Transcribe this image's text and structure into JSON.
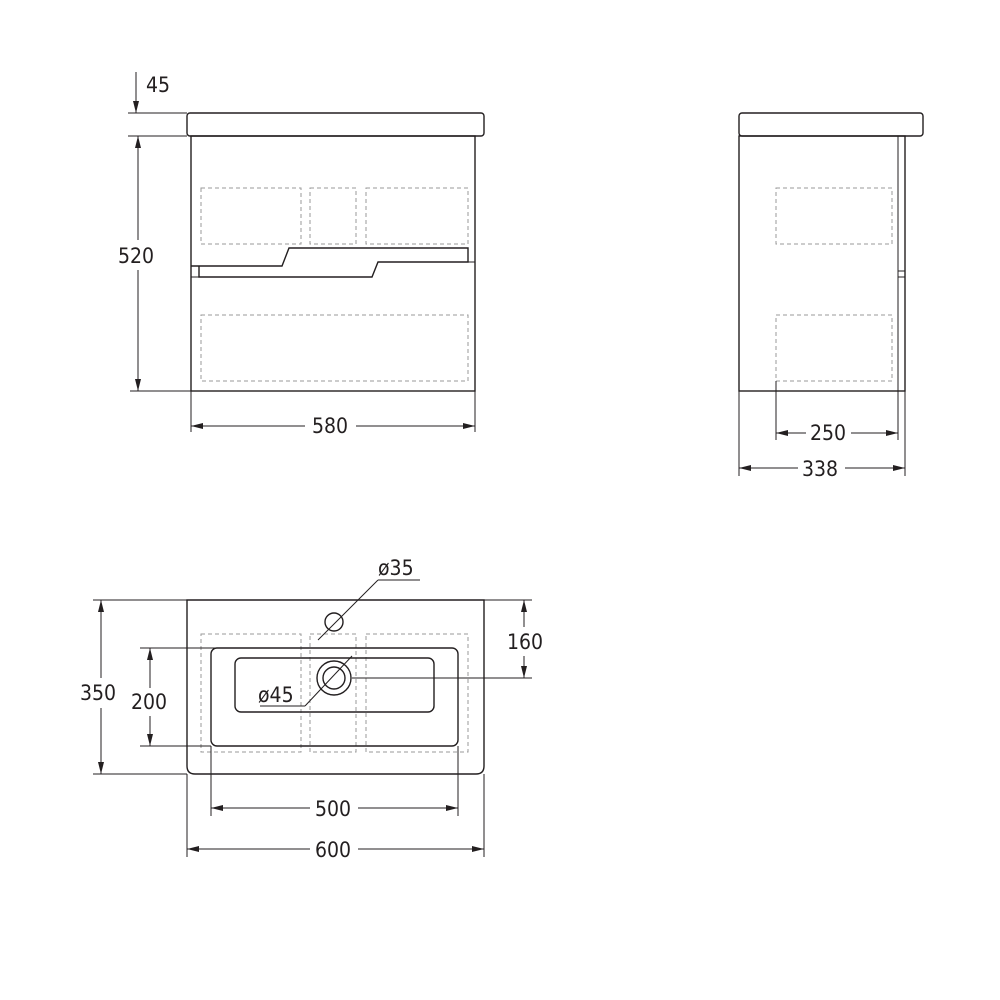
{
  "dimensions": {
    "front_top_thickness": "45",
    "front_height": "520",
    "front_width": "580",
    "side_inner_depth": "250",
    "side_depth": "338",
    "top_hole_small": "ø35",
    "top_hole_large": "ø45",
    "top_depth": "350",
    "top_basin_depth": "200",
    "top_hole_offset": "160",
    "top_basin_width": "500",
    "top_width": "600"
  }
}
